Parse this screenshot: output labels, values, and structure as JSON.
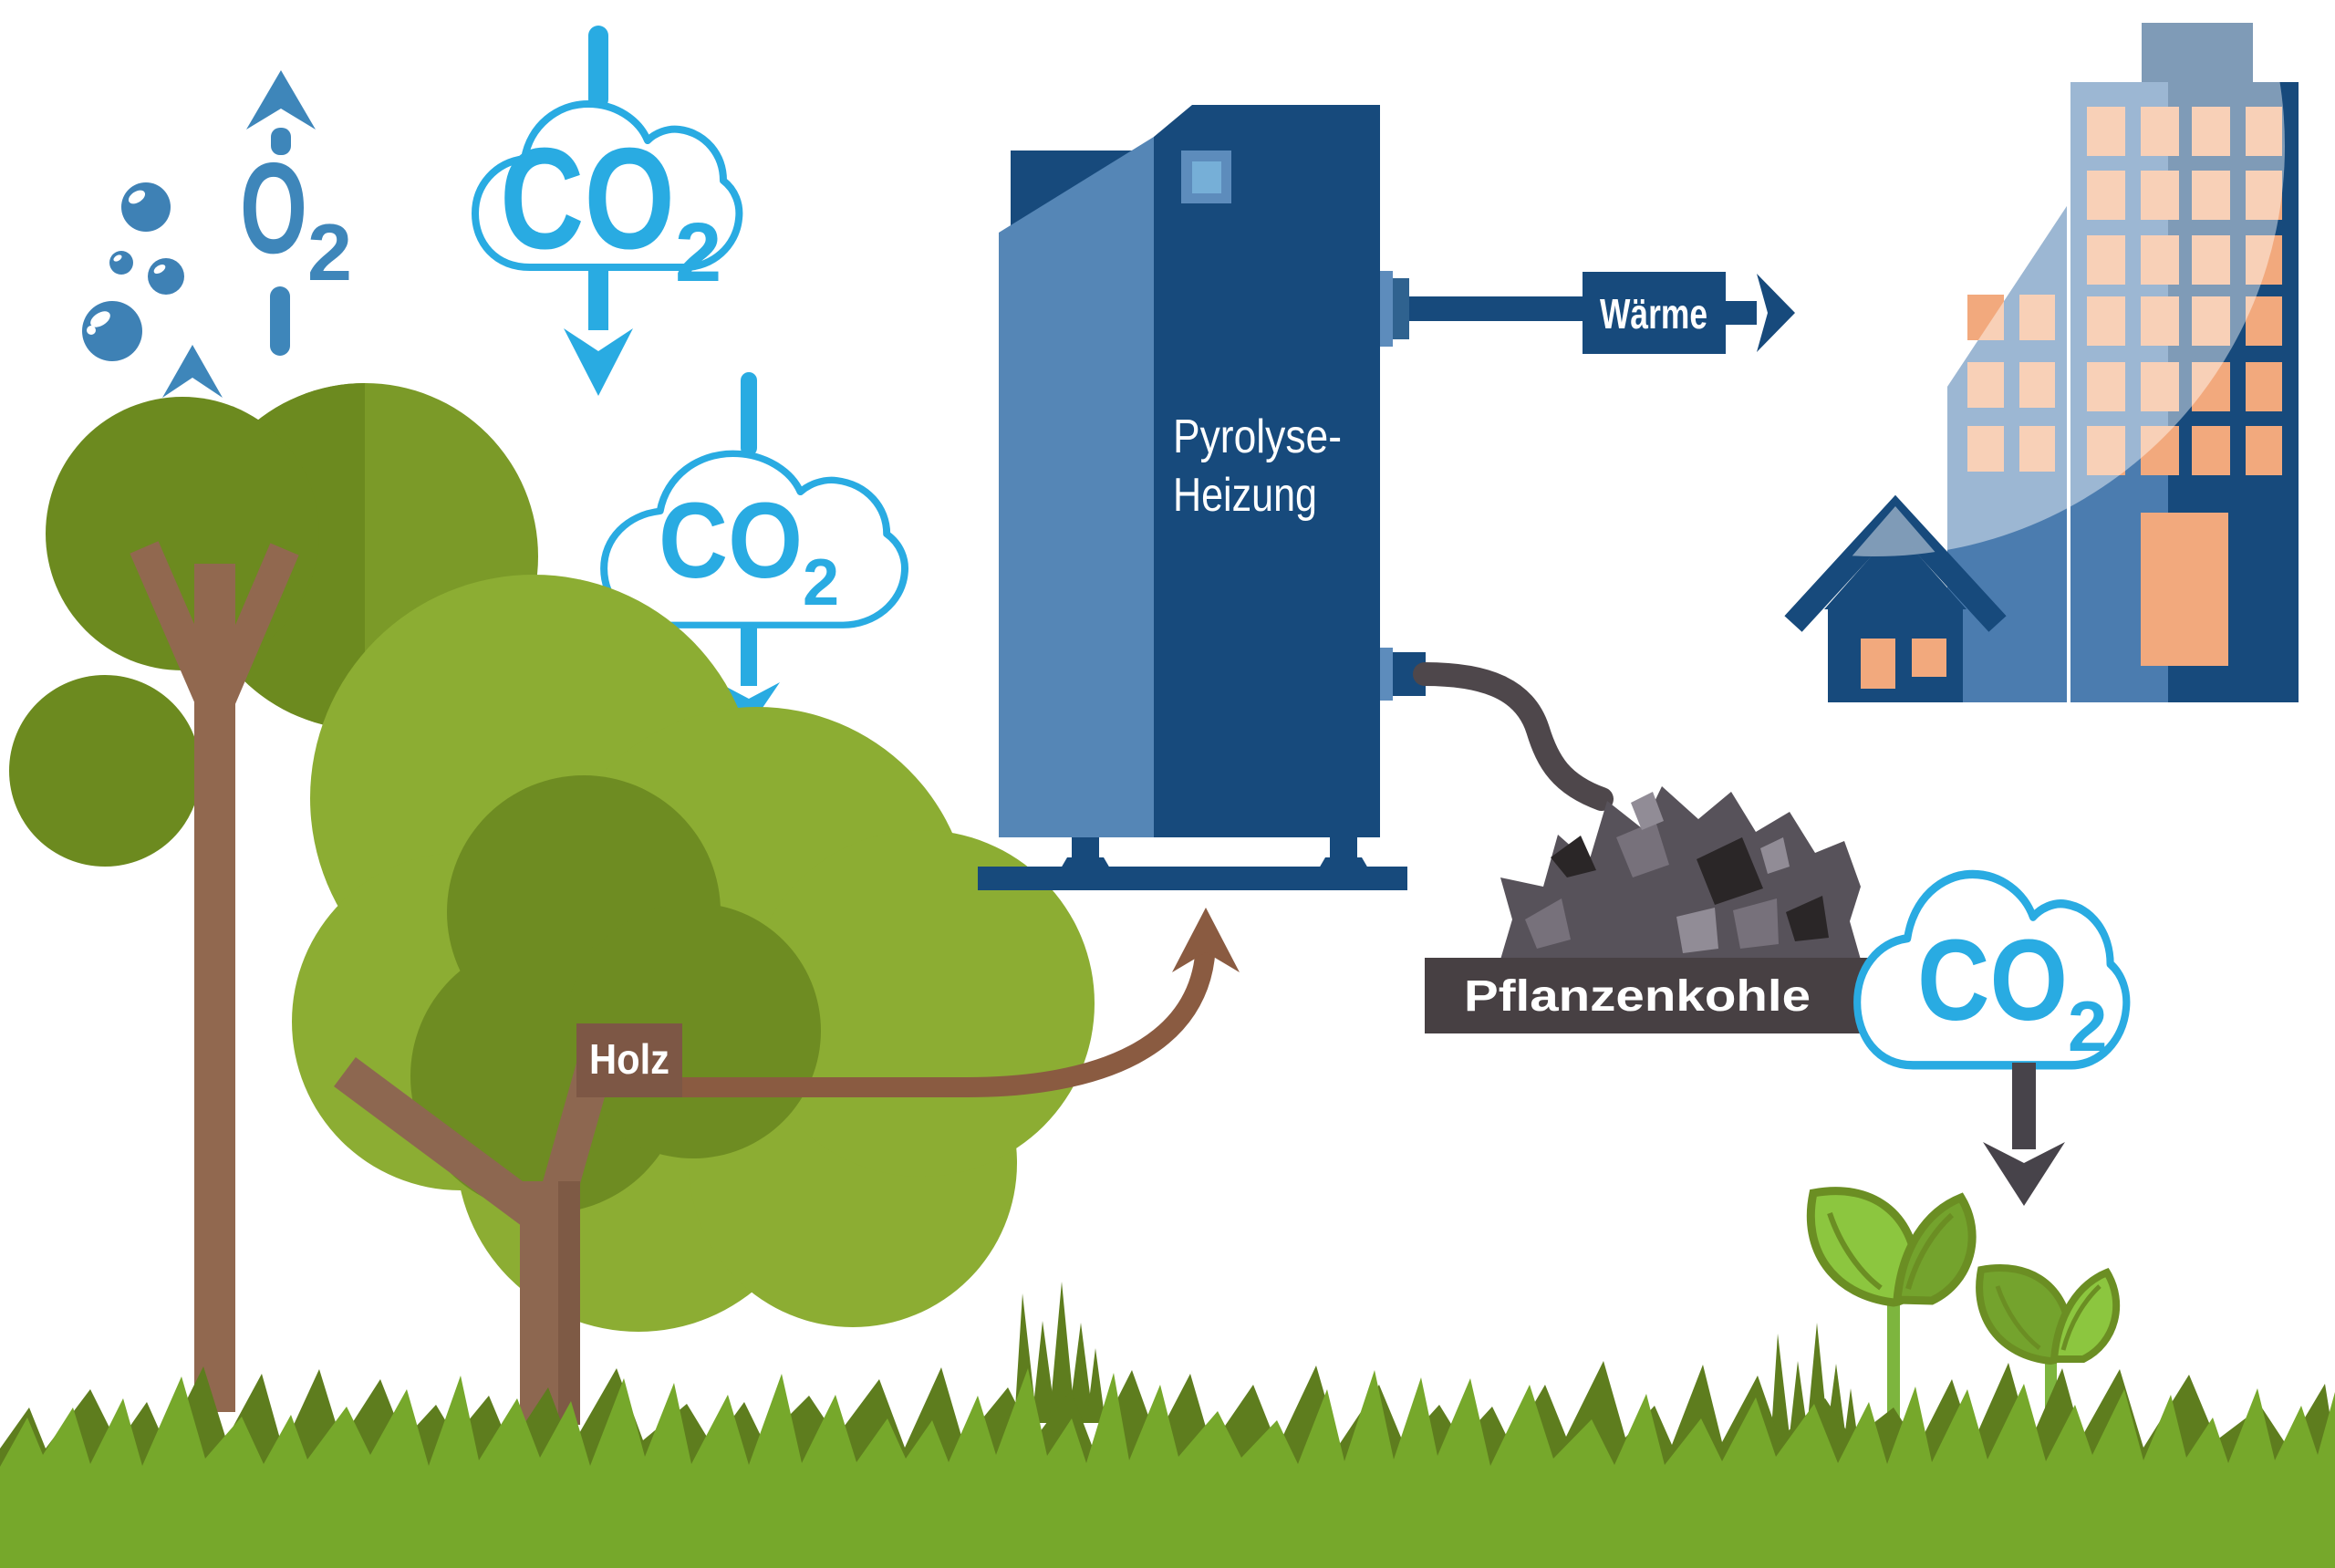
{
  "scene": {
    "o2": {
      "symbol": "O",
      "subscript": "2"
    },
    "co2": {
      "symbol": "CO",
      "subscript": "2"
    },
    "heater": {
      "name_line1": "Pyrolyse-",
      "name_line2": "Heizung"
    },
    "flows": {
      "heat": "Wärme",
      "wood": "Holz",
      "biochar": "Pflanzenkohle"
    },
    "colors": {
      "co2_cyan": "#29ABE2",
      "o2_blue": "#3E86BA",
      "navy": "#174A7C",
      "steel_blue": "#4B7CAF",
      "panel_blue": "#5586B6",
      "window_orange": "#F2A97D",
      "grass_green": "#76A82B",
      "grass_dark": "#5E7D1E",
      "canopy_light": "#8CAD33",
      "canopy_dark": "#6E8C22",
      "wood_brown": "#8A5B41",
      "charcoal_gray": "#57525A",
      "label_gray": "#474043"
    }
  }
}
